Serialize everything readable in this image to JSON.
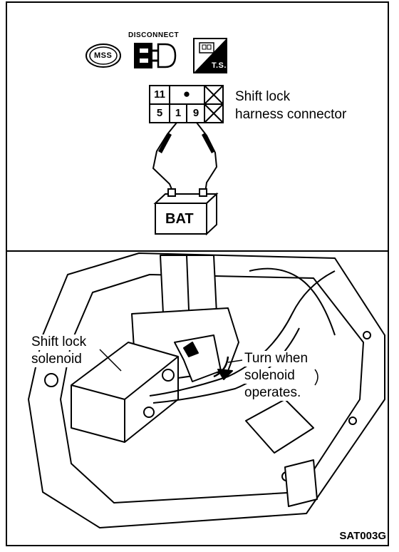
{
  "icons": {
    "mss_label": "MSS",
    "disconnect_label": "DISCONNECT",
    "ts_label": "T.S."
  },
  "connector": {
    "pins_top": [
      "11",
      "●"
    ],
    "pins_bottom": [
      "5",
      "1",
      "9"
    ],
    "label_line1": "Shift lock",
    "label_line2": "harness connector"
  },
  "battery": {
    "label": "BAT"
  },
  "callouts": {
    "solenoid_line1": "Shift lock",
    "solenoid_line2": "solenoid",
    "turn_line1": "Turn when",
    "turn_line2": "solenoid",
    "turn_line3": "operates."
  },
  "figure_code": "SAT003G"
}
